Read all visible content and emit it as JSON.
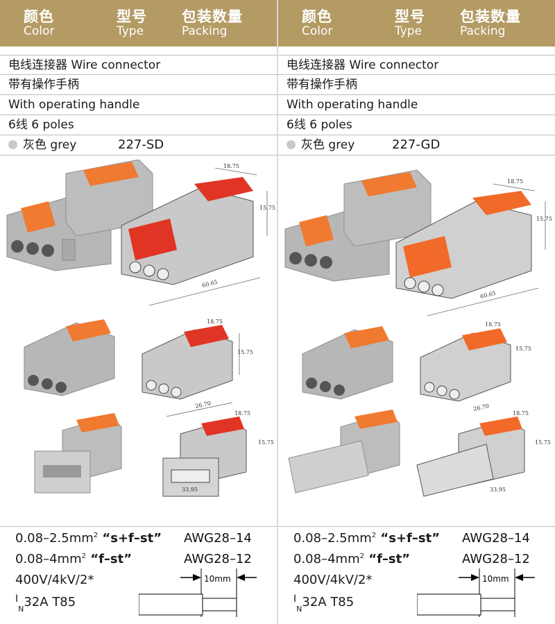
{
  "header": {
    "color_zh": "颜色",
    "color_en": "Color",
    "type_zh": "型号",
    "type_en": "Type",
    "packing_zh": "包装数量",
    "packing_en": "Packing"
  },
  "columns": [
    {
      "product": "电线连接器 Wire connector",
      "handle_zh": "带有操作手柄",
      "handle_en": "With operating handle",
      "poles": "6线 6 poles",
      "color_label": "灰色 grey",
      "type_code": "227-SD",
      "lever_color": "#e03525",
      "dims": {
        "w": "18.75",
        "h": "15.75",
        "len": "60.65",
        "len2": "26.70",
        "len3": "33.95"
      }
    },
    {
      "product": "电线连接器 Wire connector",
      "handle_zh": "带有操作手柄",
      "handle_en": "With operating handle",
      "poles": "6线 6 poles",
      "color_label": "灰色 grey",
      "type_code": "227-GD",
      "lever_color": "#f26a2a",
      "dims": {
        "w": "18.75",
        "h": "15.75",
        "len": "60.65",
        "len2": "26.70",
        "len3": "33.95"
      }
    }
  ],
  "specs": {
    "line1": "0.08–2.5mm",
    "line1_tail": " “s+f–st”",
    "awg1": "AWG28–14",
    "line2": "0.08–4mm",
    "line2_tail": " “f–st”",
    "awg2": "AWG28–12",
    "line3": "400V/4kV/2*",
    "in_sub": "N",
    "in_prefix": "I",
    "line4": "32A  T85",
    "strip_length": "10mm",
    "sup": "2"
  },
  "colors": {
    "header_bg": "#b49a63",
    "body_grey": "#a9a9a9",
    "orange": "#f07a30"
  }
}
